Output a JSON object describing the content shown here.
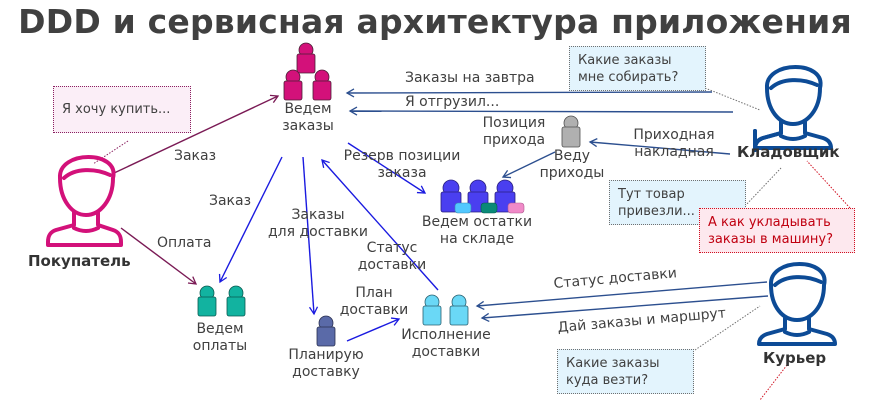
{
  "title": "DDD и сервисная архитектура приложения",
  "actors": {
    "buyer": "Покупатель",
    "storekeeper": "Кладовщик",
    "courier": "Курьер"
  },
  "services": {
    "orders": [
      "Ведем",
      "заказы"
    ],
    "payments": [
      "Ведем",
      "оплаты"
    ],
    "receipts": [
      "Веду",
      "приходы"
    ],
    "stock": [
      "Ведем остатки",
      "на складе"
    ],
    "planning": [
      "Планирую",
      "доставку"
    ],
    "delivery": [
      "Исполнение",
      "доставки"
    ]
  },
  "edge_labels": {
    "order_1": "Заказ",
    "order_2": "Заказ",
    "payment": "Оплата",
    "orders_tomorrow": "Заказы на завтра",
    "shipped": "Я отгрузил...",
    "receipt_position": [
      "Позиция",
      "прихода"
    ],
    "incoming_invoice": [
      "Приходная",
      "накладная"
    ],
    "reserve": [
      "Резерв позиции",
      "заказа"
    ],
    "orders_for_delivery": [
      "Заказы",
      "для доставки"
    ],
    "delivery_status_1": [
      "Статус",
      "доставки"
    ],
    "delivery_plan": [
      "План",
      "доставки"
    ],
    "delivery_status_2": "Статус доставки",
    "give_orders": "Дай заказы и маршрут"
  },
  "notes": {
    "buyer": "Я хочу купить...",
    "storekeeper_orders": [
      "Какие заказы",
      "мне собирать?"
    ],
    "goods_arrived": [
      "Тут товар",
      "привезли..."
    ],
    "how_to_load": [
      "А как укладывать",
      "заказы в машину?"
    ],
    "courier_orders": [
      "Какие заказы",
      "куда везти?"
    ]
  },
  "colors": {
    "orders": "#d3117a",
    "payments": "#12b3a0",
    "receipts": "#b0b0b0",
    "stock": "#4a3ff0",
    "planning": "#5a6aa8",
    "delivery": "#6ad8f6",
    "actor_buyer": "#d3117a",
    "actor_staff": "#0d4b96",
    "arrow_buyer": "#7a1a55",
    "arrow_internal": "#1a1ae0",
    "arrow_staff": "#2c4f8f"
  }
}
